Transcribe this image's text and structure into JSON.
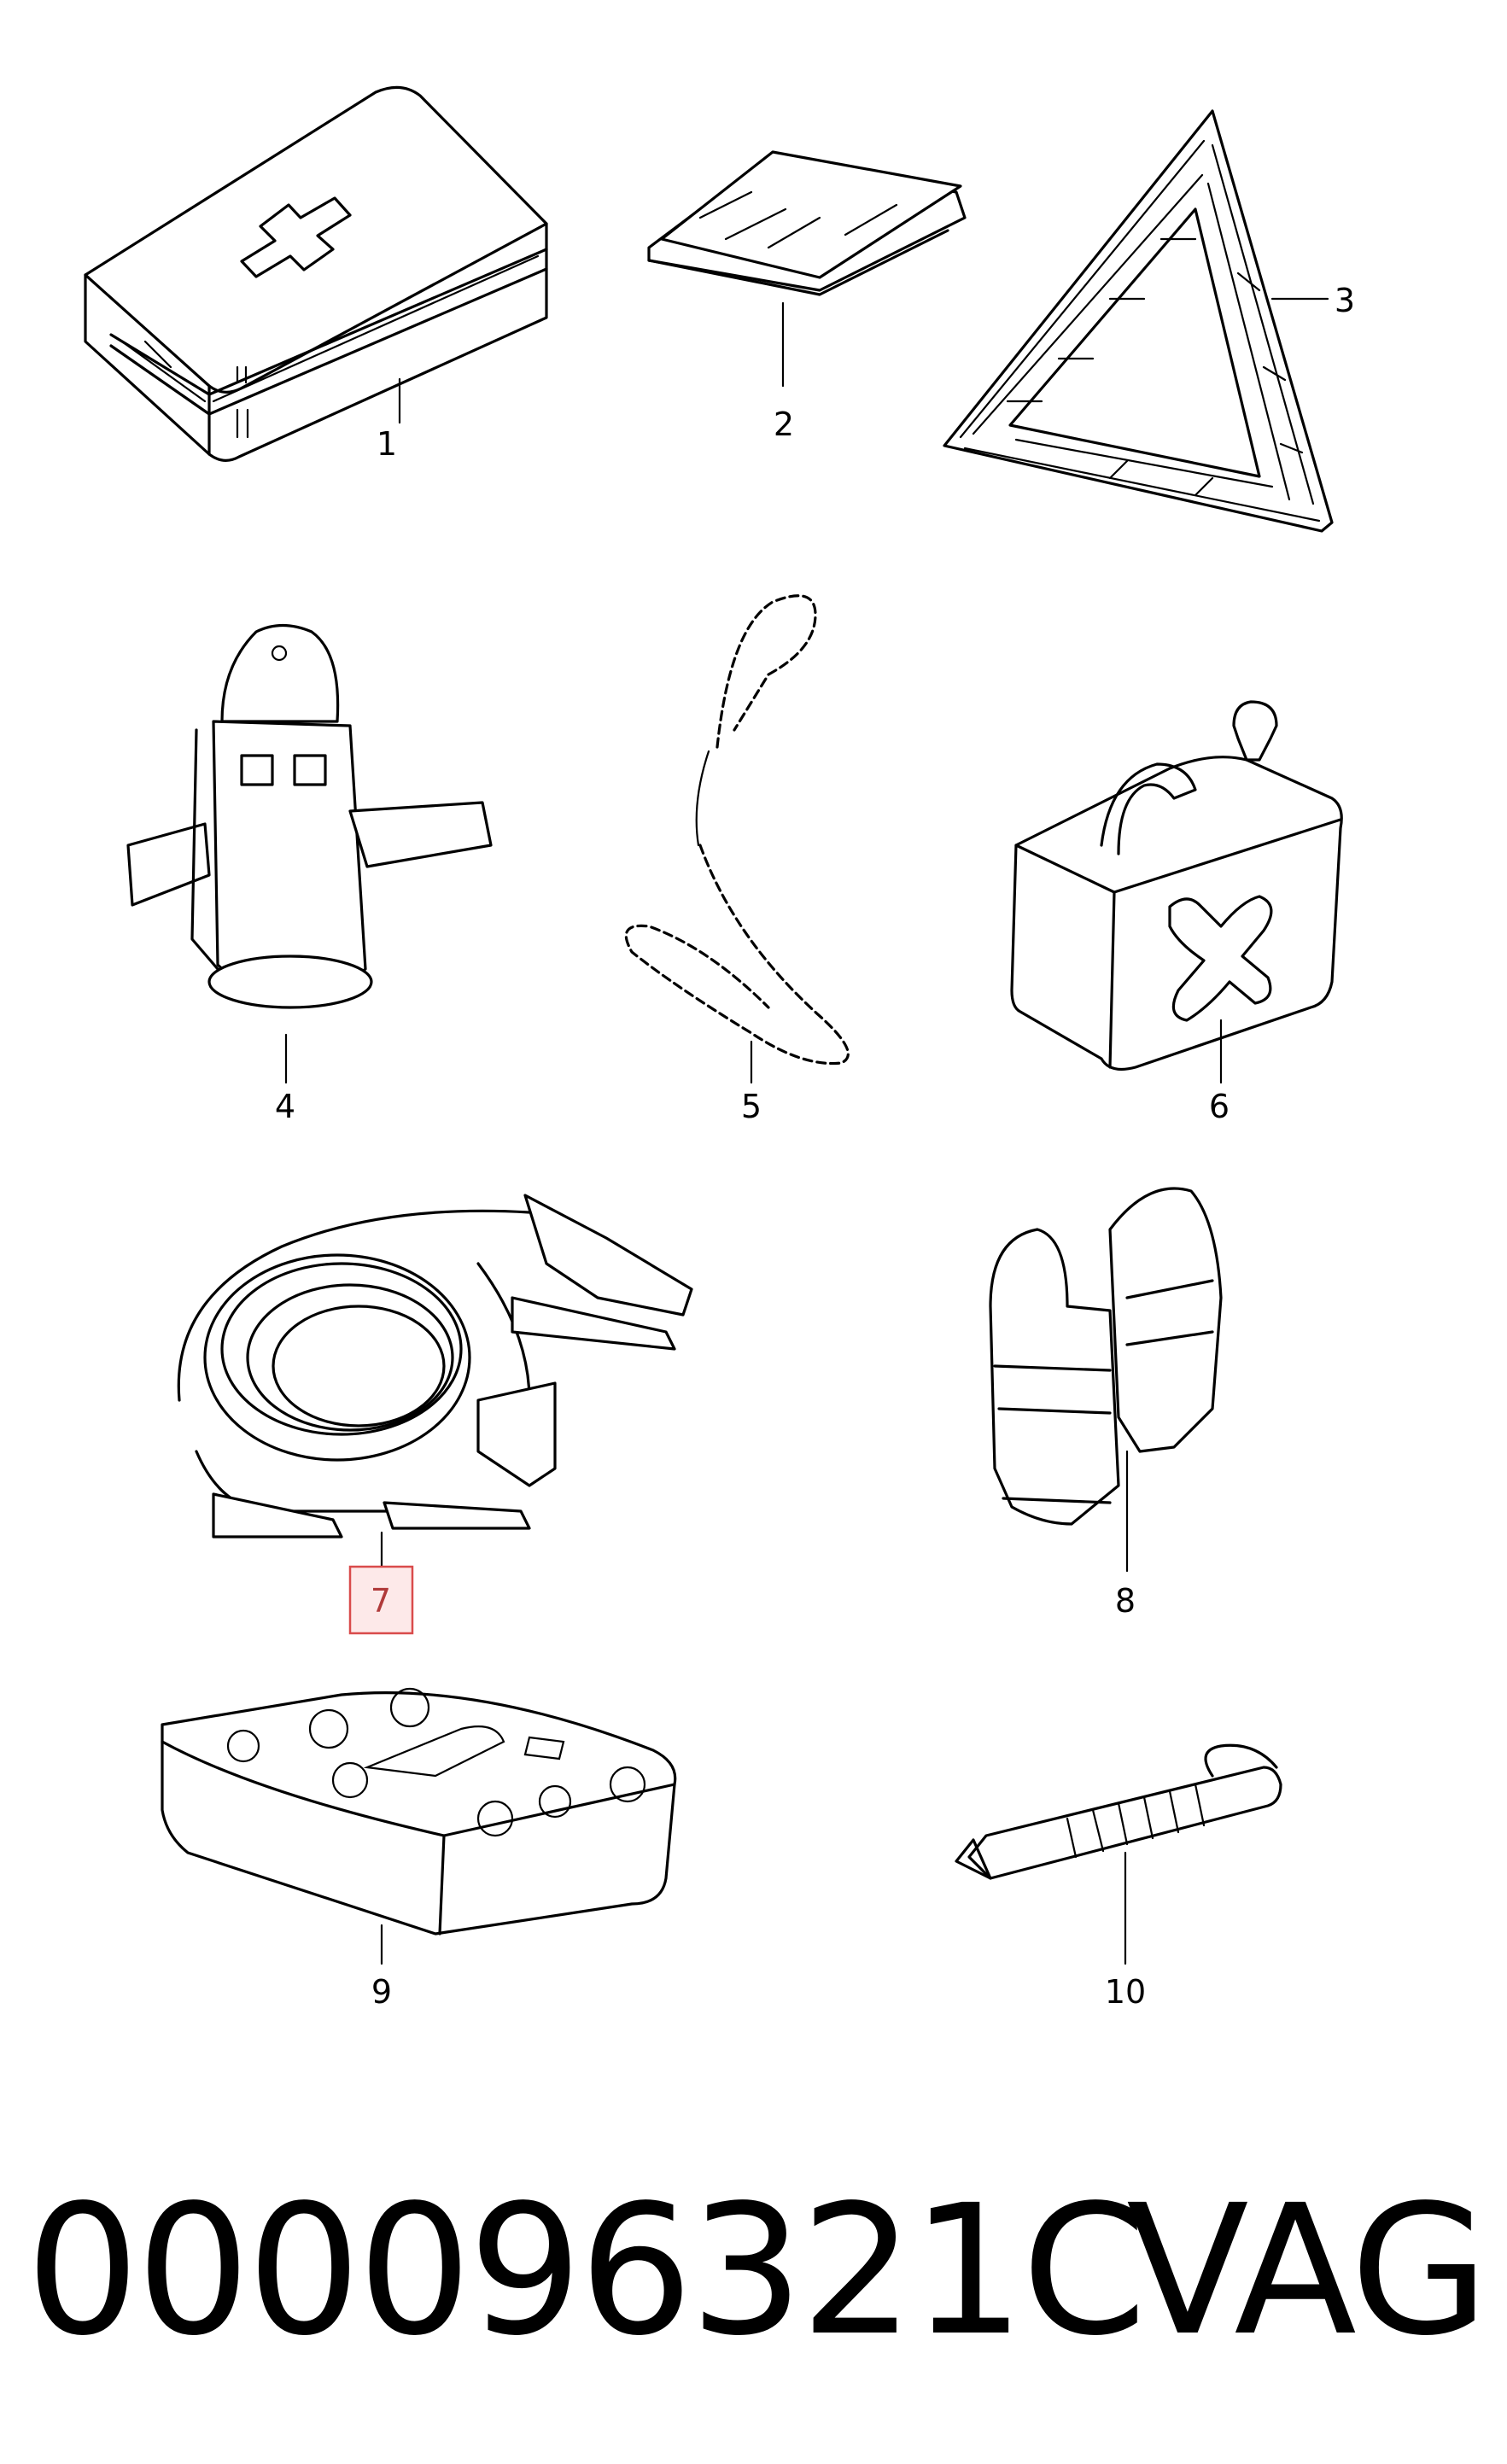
{
  "callouts": [
    {
      "id": 1,
      "label": "1",
      "item": "first-aid-kit-icon"
    },
    {
      "id": 2,
      "label": "2",
      "item": "warning-blanket-icon"
    },
    {
      "id": 3,
      "label": "3",
      "item": "warning-triangle-icon"
    },
    {
      "id": 4,
      "label": "4",
      "item": "fire-extinguisher-icon"
    },
    {
      "id": 5,
      "label": "5",
      "item": "tow-rope-icon"
    },
    {
      "id": 6,
      "label": "6",
      "item": "fuel-canister-icon"
    },
    {
      "id": 7,
      "label": "7",
      "item": "jumper-cables-icon",
      "highlighted": true
    },
    {
      "id": 8,
      "label": "8",
      "item": "safety-vest-icon"
    },
    {
      "id": 9,
      "label": "9",
      "item": "bulb-kit-box-icon"
    },
    {
      "id": 10,
      "label": "10",
      "item": "emergency-hammer-icon"
    }
  ],
  "footer": {
    "part_number": "000096321C",
    "brand": "VAG"
  },
  "colors": {
    "line": "#000000",
    "highlight_fill": "#fde9e9",
    "highlight_border": "#d94b4b"
  }
}
